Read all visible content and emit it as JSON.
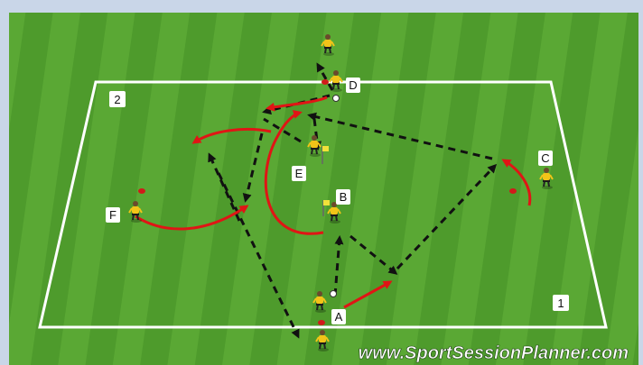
{
  "diagram": {
    "zone_labels": {
      "zone_2": "2",
      "zone_1": "1"
    },
    "player_labels": {
      "A": "A",
      "B": "B",
      "C": "C",
      "D": "D",
      "E": "E",
      "F": "F"
    },
    "watermark": "www.SportSessionPlanner.com",
    "colors": {
      "field_green": "#4e9b2c",
      "field_green_alt": "#5aa834",
      "frame": "#c9d6e8",
      "boundary": "#ffffff",
      "pass_arrow": "#111111",
      "run_arrow": "#e01515",
      "player_shirt": "#f2c418",
      "player_shorts": "#1a1a1a",
      "cone_red": "#d11a1a",
      "marker_yellow": "#f1e13a"
    },
    "icons": [
      "player-icon",
      "ball-icon",
      "cone-icon",
      "flag-marker-icon"
    ]
  }
}
